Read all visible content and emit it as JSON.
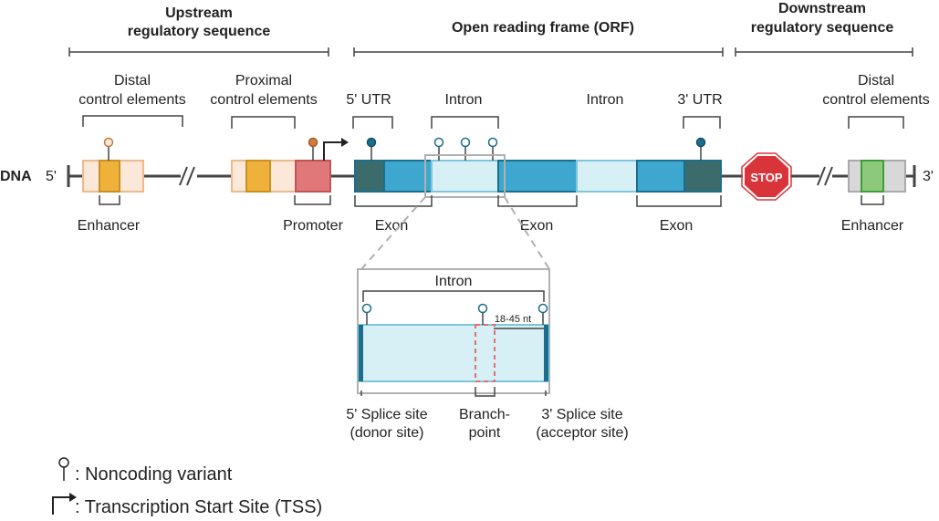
{
  "sections": {
    "upstream": {
      "line1": "Upstream",
      "line2": "regulatory sequence"
    },
    "orf": "Open reading frame (ORF)",
    "downstream": {
      "line1": "Downstream",
      "line2": "regulatory sequence"
    }
  },
  "labels": {
    "distal_left": {
      "line1": "Distal",
      "line2": "control elements"
    },
    "proximal": {
      "line1": "Proximal",
      "line2": "control elements"
    },
    "utr5": "5' UTR",
    "intron": "Intron",
    "utr3": "3' UTR",
    "distal_right": {
      "line1": "Distal",
      "line2": "control elements"
    },
    "dna": "DNA",
    "five_prime": "5'",
    "three_prime": "3'",
    "stop": "STOP",
    "enhancer": "Enhancer",
    "promoter": "Promoter",
    "exon": "Exon"
  },
  "inset": {
    "title": "Intron",
    "distance": "18-45 nt",
    "splice5": {
      "line1": "5' Splice site",
      "line2": "(donor site)"
    },
    "branch": {
      "line1": "Branch-",
      "line2": "point"
    },
    "splice3": {
      "line1": "3' Splice site",
      "line2": "(acceptor site)"
    }
  },
  "legend": {
    "variant": ": Noncoding variant",
    "tss": ": Transcription Start Site (TSS)"
  },
  "colors": {
    "backbone": "#444444",
    "exon": "#3ea7cf",
    "exon_border": "#1b6e8c",
    "intron": "#d7f0f6",
    "intron_border": "#7fc6da",
    "utr": "#3b6b6b",
    "enhancer_orange": "#f0b13a",
    "enhancer_light": "#fbe8d8",
    "promoter": "#e07779",
    "stop_red": "#d9343a",
    "enhancer_green": "#8cc97a",
    "grey_box": "#d8d8d8",
    "branch_dash": "#e07070"
  }
}
